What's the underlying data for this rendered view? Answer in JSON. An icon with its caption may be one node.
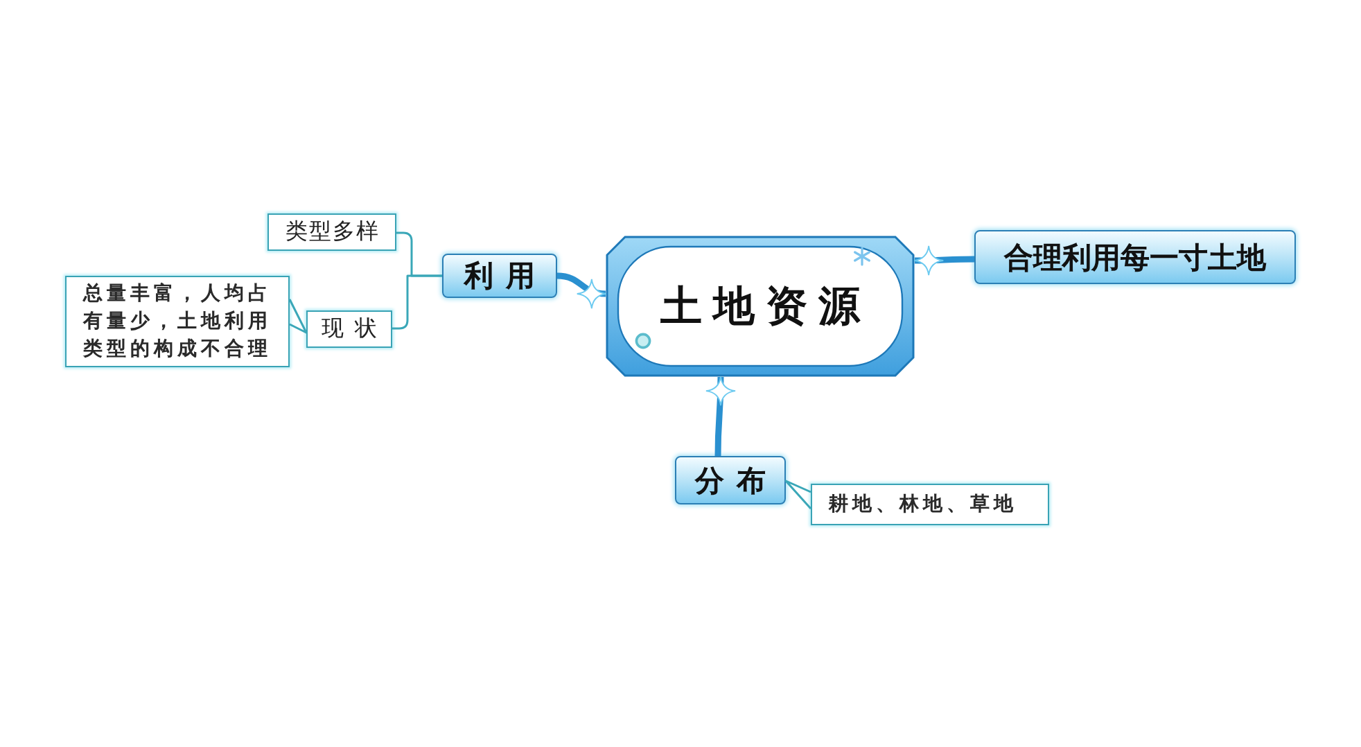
{
  "diagram": {
    "nodes": [
      {
        "text": [
          "土地资源"
        ]
      },
      {
        "text": [
          "利用"
        ]
      },
      {
        "text": [
          "类型多样"
        ]
      },
      {
        "text": [
          "现状"
        ]
      },
      {
        "text": [
          "总量丰富，人均占有量少，土地利用类型的构成不合理"
        ]
      },
      {
        "text": [
          "合理利用每一寸土地"
        ]
      },
      {
        "text": [
          "分布"
        ]
      },
      {
        "text": [
          "耕地、林地、草地"
        ]
      }
    ],
    "edges": [
      {
        "from": 0,
        "to": 1,
        "arrow": "other",
        "style": "thick",
        "color": "#2a90d0"
      },
      {
        "from": 1,
        "to": 2,
        "arrow": "none"
      },
      {
        "from": 1,
        "to": 3,
        "arrow": "none"
      },
      {
        "from": 3,
        "to": 4,
        "arrow": "none"
      },
      {
        "from": 0,
        "to": 5,
        "arrow": "other",
        "style": "thick",
        "color": "#2a90d0"
      },
      {
        "from": 0,
        "to": 6,
        "arrow": "other",
        "style": "thick",
        "color": "#2a90d0"
      },
      {
        "from": 6,
        "to": 7,
        "arrow": "none"
      }
    ]
  }
}
